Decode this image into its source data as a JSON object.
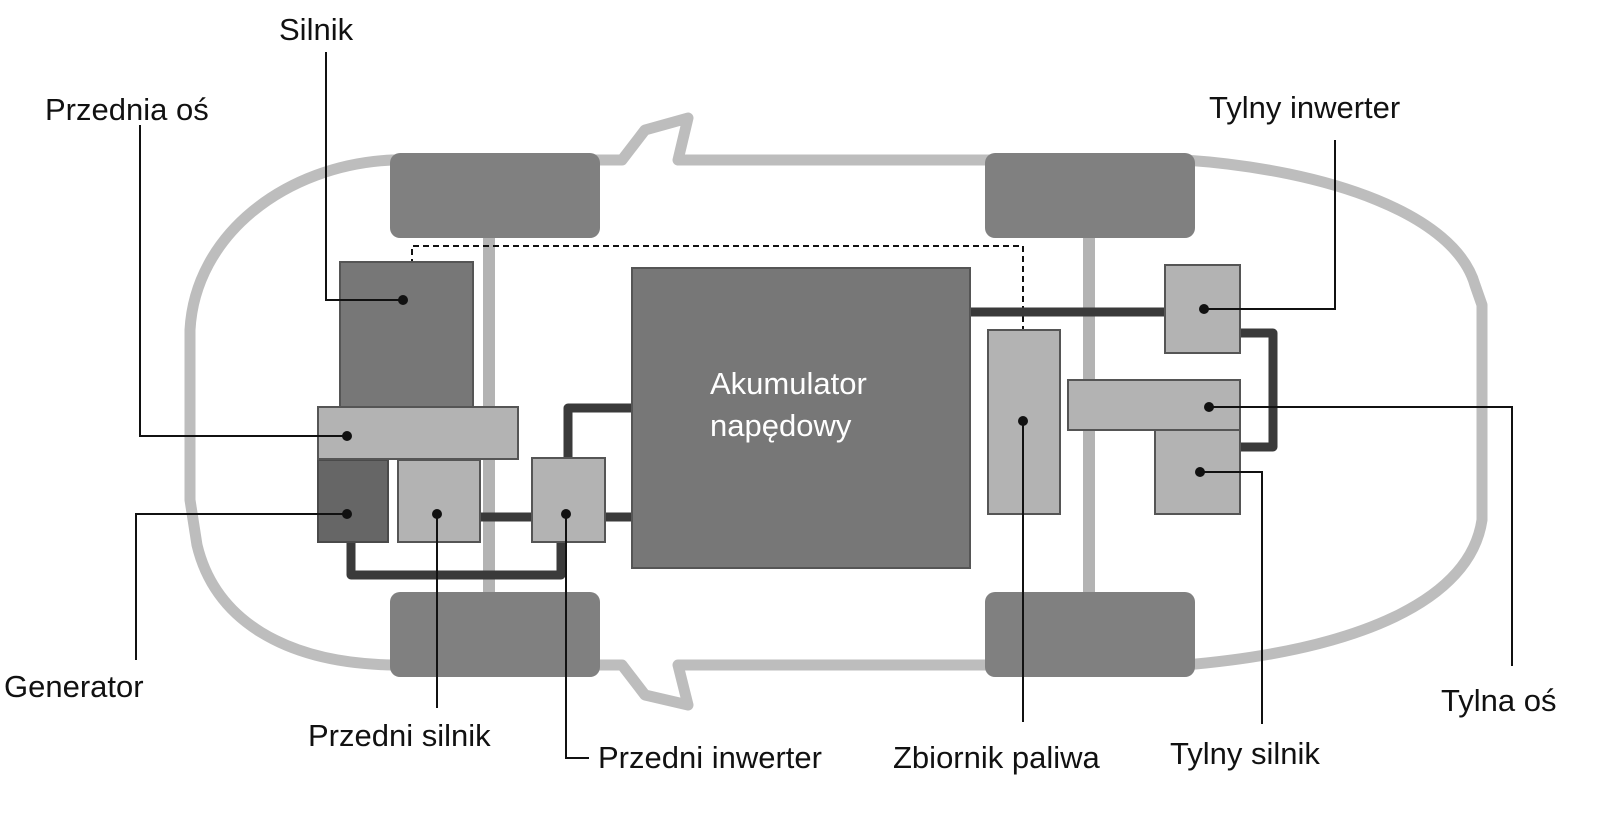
{
  "labels": {
    "silnik": "Silnik",
    "przednia_os": "Przednia oś",
    "generator": "Generator",
    "przedni_silnik": "Przedni silnik",
    "przedni_inwerter": "Przedni inwerter",
    "akumulator_line1": "Akumulator",
    "akumulator_line2": "napędowy",
    "zbiornik_paliwa": "Zbiornik paliwa",
    "tylny_silnik": "Tylny silnik",
    "tylna_os": "Tylna oś",
    "tylny_inwerter": "Tylny inwerter"
  },
  "colors": {
    "body_outline": "#bdbdbd",
    "wheel": "#808080",
    "axle": "#b3b3b3",
    "dark_component": "#777777",
    "darker_component": "#666666",
    "light_component": "#b3b3b3",
    "cable": "#3a3a3a",
    "label": "#111111"
  }
}
